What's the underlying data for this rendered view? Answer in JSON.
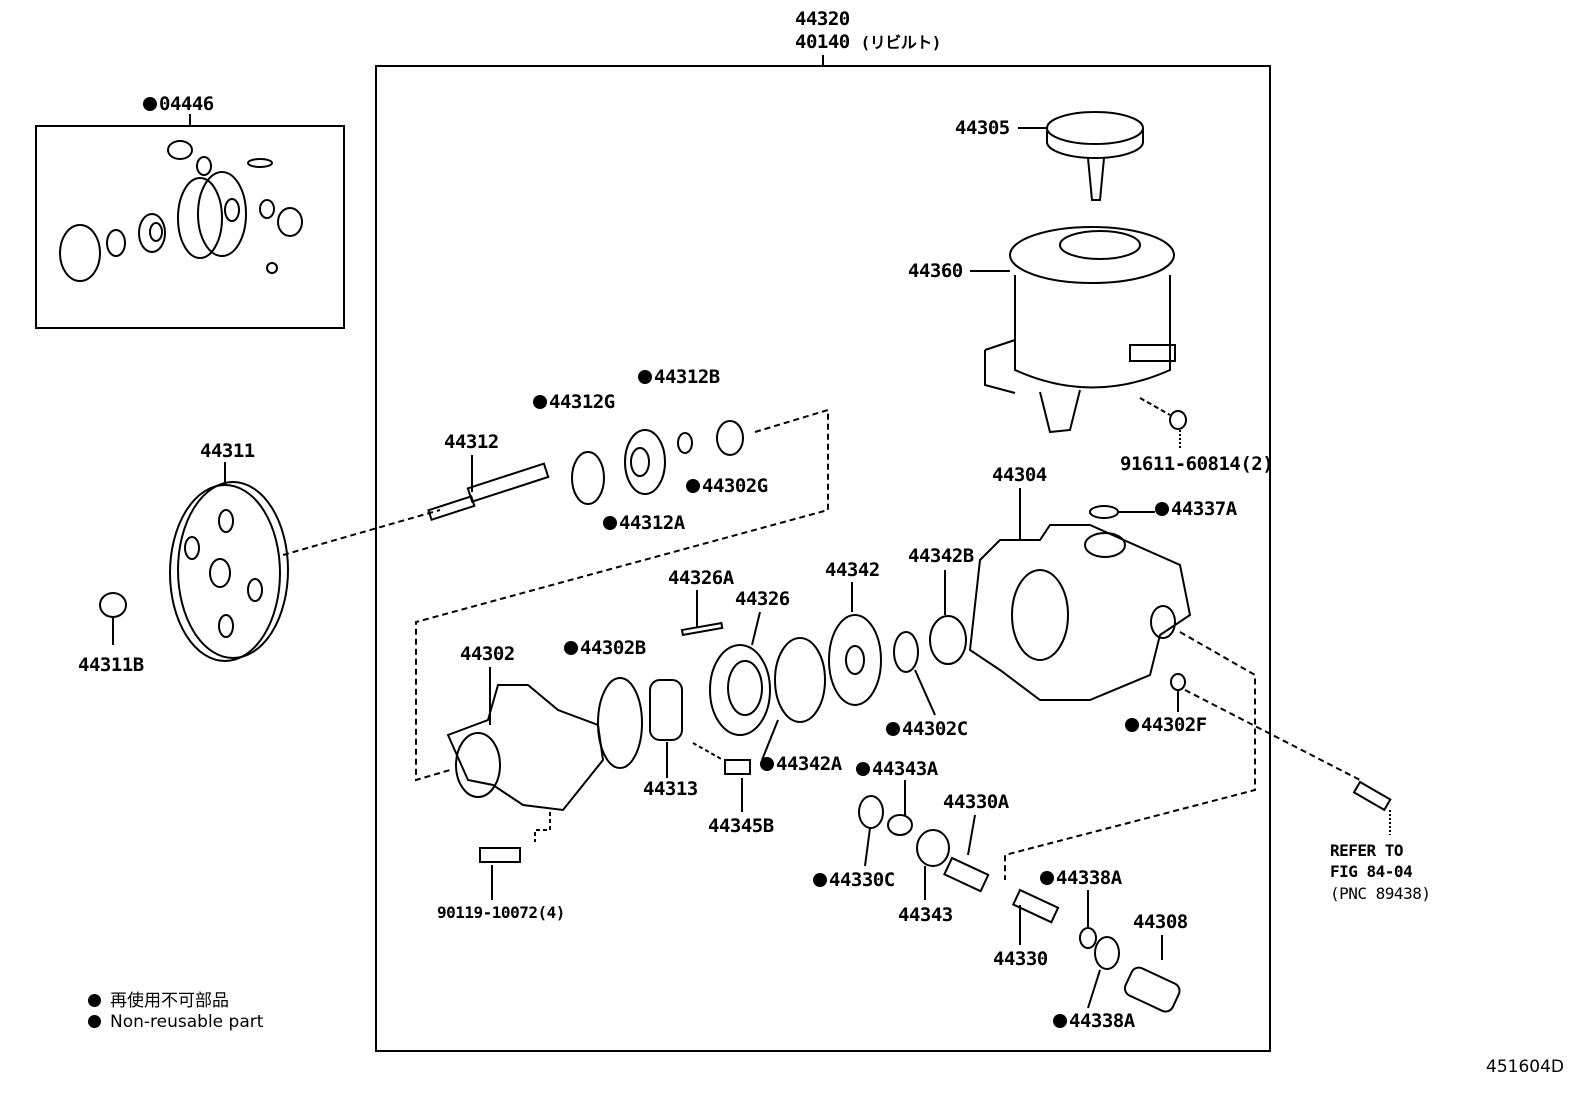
{
  "assembly": {
    "part_no": "44320",
    "rebuilt_part_no": "40140",
    "rebuilt_note": "(リビルト)"
  },
  "labels": {
    "l04446": "04446",
    "l44305": "44305",
    "l44360": "44360",
    "l44312B": "44312B",
    "l44312G": "44312G",
    "l44312": "44312",
    "l44311": "44311",
    "l44302G": "44302G",
    "l44312A": "44312A",
    "l91611": "91611-60814(2)",
    "l44304": "44304",
    "l44337A": "44337A",
    "l44326A": "44326A",
    "l44342": "44342",
    "l44342B": "44342B",
    "l44326": "44326",
    "l44302": "44302",
    "l44302B": "44302B",
    "l44311B": "44311B",
    "l44302C": "44302C",
    "l44302F": "44302F",
    "l44342A": "44342A",
    "l44343A": "44343A",
    "l44313": "44313",
    "l44330A": "44330A",
    "l44345B": "44345B",
    "l44330C": "44330C",
    "l44338A_1": "44338A",
    "l44343": "44343",
    "l44308": "44308",
    "l90119": "90119-10072(4)",
    "l44330": "44330",
    "l44338A_2": "44338A"
  },
  "reference": {
    "line1": "REFER TO",
    "line2": "FIG 84-04",
    "line3": "(PNC 89438)"
  },
  "legend": {
    "jp": "再使用不可部品",
    "en": "Non-reusable part"
  },
  "figure_code": "451604D"
}
